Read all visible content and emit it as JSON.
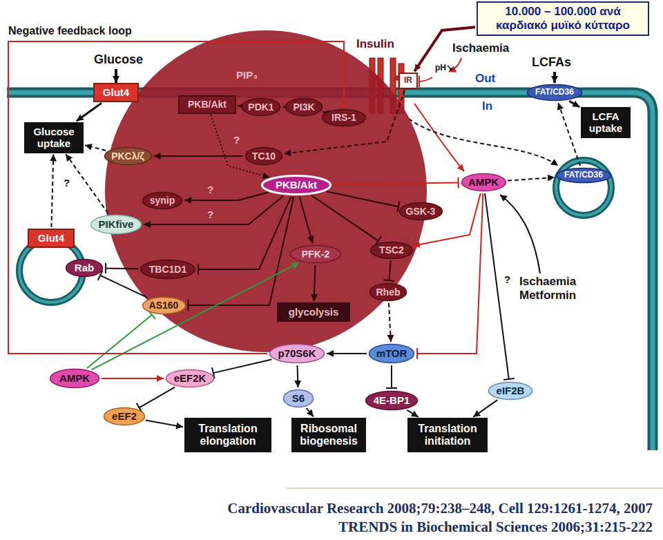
{
  "diagram": {
    "nodes": [
      {
        "text": [
          "10.000 – 100.000 ανά καρδιακό μυϊκό κύτταρο"
        ]
      },
      {
        "text": [
          "Glut4"
        ]
      },
      {
        "text": [
          "IR"
        ]
      },
      {
        "text": [
          "FAT/CD36"
        ]
      },
      {
        "text": [
          "PKB/Akt"
        ]
      },
      {
        "text": [
          "PDK1"
        ]
      },
      {
        "text": [
          "PI3K"
        ]
      },
      {
        "text": [
          "IRS-1"
        ]
      },
      {
        "text": [
          "Glucose uptake"
        ]
      },
      {
        "text": [
          "LCFA uptake"
        ]
      },
      {
        "text": [
          "PKCλ/ζ"
        ]
      },
      {
        "text": [
          "TC10"
        ]
      },
      {
        "text": [
          "PKB/Akt"
        ]
      },
      {
        "text": [
          "AMPK"
        ]
      },
      {
        "text": [
          "FAT/CD36"
        ]
      },
      {
        "text": [
          "synip"
        ]
      },
      {
        "text": [
          "GSK-3"
        ]
      },
      {
        "text": [
          "PIKfive"
        ]
      },
      {
        "text": [
          "Glut4"
        ]
      },
      {
        "text": [
          "Rab"
        ]
      },
      {
        "text": [
          "TBC1D1"
        ]
      },
      {
        "text": [
          "PFK-2"
        ]
      },
      {
        "text": [
          "TSC2"
        ]
      },
      {
        "text": [
          "Rheb"
        ]
      },
      {
        "text": [
          "AS160"
        ]
      },
      {
        "text": [
          "glycolysis"
        ]
      },
      {
        "text": [
          "p70S6K"
        ]
      },
      {
        "text": [
          "mTOR"
        ]
      },
      {
        "text": [
          "AMPK"
        ]
      },
      {
        "text": [
          "eEF2K"
        ]
      },
      {
        "text": [
          "eIF2B"
        ]
      },
      {
        "text": [
          "S6"
        ]
      },
      {
        "text": [
          "4E-BP1"
        ]
      },
      {
        "text": [
          "eEF2"
        ]
      },
      {
        "text": [
          "Translation elongation"
        ]
      },
      {
        "text": [
          "Ribosomal biogenesis"
        ]
      },
      {
        "text": [
          "Translation initiation"
        ]
      }
    ],
    "edges": [
      {
        "from": 0,
        "to": 2,
        "arrow": "to"
      },
      {
        "from": 1,
        "to": 8,
        "arrow": "to"
      },
      {
        "from": 3,
        "to": 9,
        "arrow": "to"
      },
      {
        "from": 7,
        "to": 6,
        "arrow": "to"
      },
      {
        "from": 6,
        "to": 5,
        "arrow": "to"
      },
      {
        "from": 5,
        "to": 4,
        "arrow": "to"
      },
      {
        "from": 4,
        "to": 12,
        "arrow": "to"
      },
      {
        "from": 2,
        "to": 11,
        "arrow": "to"
      },
      {
        "from": 11,
        "to": 10,
        "arrow": "to"
      },
      {
        "from": 12,
        "to": 15,
        "arrow": "to"
      },
      {
        "from": 12,
        "to": 17,
        "arrow": "to"
      },
      {
        "from": 12,
        "to": 20,
        "arrow": "to"
      },
      {
        "from": 12,
        "to": 24,
        "arrow": "to"
      },
      {
        "from": 12,
        "to": 21,
        "arrow": "to"
      },
      {
        "from": 12,
        "to": 16,
        "arrow": "to"
      },
      {
        "from": 12,
        "to": 22,
        "arrow": "to"
      },
      {
        "from": 21,
        "to": 25,
        "arrow": "to"
      },
      {
        "from": 22,
        "to": 23,
        "arrow": "to"
      },
      {
        "from": 23,
        "to": 27,
        "arrow": "to"
      },
      {
        "from": 13,
        "to": 22,
        "arrow": "to"
      },
      {
        "from": 13,
        "to": 27,
        "arrow": "to"
      },
      {
        "from": 13,
        "to": 14,
        "arrow": "to"
      },
      {
        "from": 14,
        "to": 3,
        "arrow": "to"
      },
      {
        "from": 13,
        "to": 30,
        "arrow": "to"
      },
      {
        "from": 27,
        "to": 26,
        "arrow": "to"
      },
      {
        "from": 27,
        "to": 32,
        "arrow": "to"
      },
      {
        "from": 26,
        "to": 31,
        "arrow": "to"
      },
      {
        "from": 31,
        "to": 35,
        "arrow": "to"
      },
      {
        "from": 32,
        "to": 36,
        "arrow": "to"
      },
      {
        "from": 30,
        "to": 36,
        "arrow": "to"
      },
      {
        "from": 26,
        "to": 29,
        "arrow": "to"
      },
      {
        "from": 28,
        "to": 29,
        "arrow": "to"
      },
      {
        "from": 28,
        "to": 24,
        "arrow": "to"
      },
      {
        "from": 28,
        "to": 21,
        "arrow": "to"
      },
      {
        "from": 29,
        "to": 33,
        "arrow": "to"
      },
      {
        "from": 33,
        "to": 34,
        "arrow": "to"
      },
      {
        "from": 20,
        "to": 19,
        "arrow": "to"
      },
      {
        "from": 24,
        "to": 19,
        "arrow": "to"
      },
      {
        "from": 26,
        "to": 7,
        "arrow": "to"
      },
      {
        "from": 10,
        "to": 8,
        "arrow": "to"
      },
      {
        "from": 18,
        "to": 8,
        "arrow": "to"
      },
      {
        "from": 17,
        "to": 8,
        "arrow": "to"
      },
      {
        "from": 12,
        "to": 13,
        "arrow": "to"
      }
    ],
    "labels": [
      "Negative feedback loop",
      "Glucose",
      "Insulin",
      "Ischaemia",
      "pH↘",
      "Out",
      "In",
      "LCFAs",
      "PIP₃",
      "Ischaemia Metformin",
      "?",
      "?",
      "?",
      "?",
      "?",
      "Cardiovascular Research 2008;79:238–248, Cell 129:1261-1274, 2007",
      "TRENDS in Biochemical Sciences 2006;31:215-222"
    ]
  }
}
